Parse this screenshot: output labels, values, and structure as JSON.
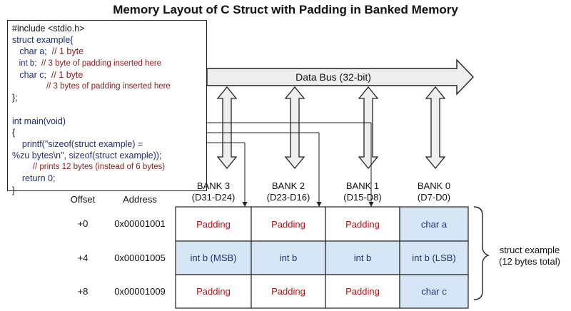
{
  "title": "Memory Layout of C Struct with Padding in Banked Memory",
  "code_lines": [
    {
      "segments": [
        {
          "t": "#include <stdio.h>",
          "c": "tx"
        }
      ]
    },
    {
      "segments": [
        {
          "t": "struct example{",
          "c": "kw"
        }
      ]
    },
    {
      "segments": [
        {
          "t": "   char a;  ",
          "c": "kw"
        },
        {
          "t": "// 1 byte",
          "c": "cm"
        }
      ]
    },
    {
      "segments": [
        {
          "t": "   int b;  ",
          "c": "kw"
        },
        {
          "t": "// 3 byte of padding inserted here",
          "c": "cm"
        }
      ],
      "note": true
    },
    {
      "segments": [
        {
          "t": "   char c;  ",
          "c": "kw"
        },
        {
          "t": "// 1 byte",
          "c": "cm"
        }
      ]
    },
    {
      "segments": [
        {
          "t": "               ",
          "c": "tx"
        },
        {
          "t": "// 3 bytes of padding inserted here",
          "c": "cm"
        }
      ],
      "note": true
    },
    {
      "segments": [
        {
          "t": "};",
          "c": "tx"
        }
      ]
    },
    {
      "segments": [
        {
          "t": " ",
          "c": "tx"
        }
      ]
    },
    {
      "segments": [
        {
          "t": "int main(void)",
          "c": "kw"
        }
      ]
    },
    {
      "segments": [
        {
          "t": "{",
          "c": "tx"
        }
      ]
    },
    {
      "segments": [
        {
          "t": "    printf(\"sizeof(struct example) =",
          "c": "kw"
        }
      ]
    },
    {
      "segments": [
        {
          "t": "%zu bytes\\n\", sizeof(struct example));",
          "c": "kw"
        }
      ]
    },
    {
      "segments": [
        {
          "t": "         ",
          "c": "tx"
        },
        {
          "t": "// prints 12 bytes (instead of 6 bytes)",
          "c": "cm"
        }
      ],
      "note": true
    },
    {
      "segments": [
        {
          "t": "    return 0;",
          "c": "kw"
        }
      ]
    },
    {
      "segments": [
        {
          "t": "}",
          "c": "tx"
        }
      ]
    }
  ],
  "data_bus_label": "Data Bus (32-bit)",
  "headers": {
    "offset": "Offset",
    "address": "Address"
  },
  "banks": [
    {
      "name": "BANK 3",
      "bits": "(D31-D24)"
    },
    {
      "name": "BANK 2",
      "bits": "(D23-D16)"
    },
    {
      "name": "BANK 1",
      "bits": "(D15-D8)"
    },
    {
      "name": "BANK 0",
      "bits": "(D7-D0)"
    }
  ],
  "rows": [
    {
      "offset": "+0",
      "address": "0x00001001",
      "cells": [
        {
          "text": "Padding",
          "kind": "pad"
        },
        {
          "text": "Padding",
          "kind": "pad"
        },
        {
          "text": "Padding",
          "kind": "pad"
        },
        {
          "text": "char a",
          "kind": "data"
        }
      ]
    },
    {
      "offset": "+4",
      "address": "0x00001005",
      "cells": [
        {
          "text": "int b (MSB)",
          "kind": "data"
        },
        {
          "text": "int b",
          "kind": "data"
        },
        {
          "text": "int b",
          "kind": "data"
        },
        {
          "text": "int b (LSB)",
          "kind": "data"
        }
      ]
    },
    {
      "offset": "+8",
      "address": "0x00001009",
      "cells": [
        {
          "text": "Padding",
          "kind": "pad"
        },
        {
          "text": "Padding",
          "kind": "pad"
        },
        {
          "text": "Padding",
          "kind": "pad"
        },
        {
          "text": "char c",
          "kind": "data"
        }
      ]
    }
  ],
  "struct_label": [
    "struct example",
    "(12 bytes total)"
  ],
  "colors": {
    "data_fill": "#d6e6f7",
    "pad_fill": "#ffffff",
    "pad_text": "#b01515",
    "data_text": "#1f2f78",
    "arrow_fill": "#eeeeee",
    "line": "#222222"
  }
}
